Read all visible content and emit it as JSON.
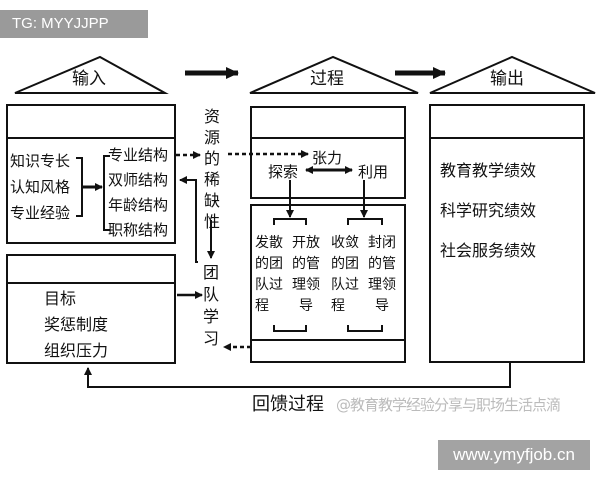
{
  "tag": "TG: MYYJJPP",
  "site": "www.ymyfjob.cn",
  "watermark": "@教育教学经验分享与职场生活点滴",
  "headers": {
    "input": "输入",
    "process": "过程",
    "output": "输出"
  },
  "input": {
    "left": [
      "知识专长",
      "认知风格",
      "专业经验"
    ],
    "right": [
      "专业结构",
      "双师结构",
      "年龄结构",
      "职称结构"
    ]
  },
  "org": [
    "目标",
    "奖惩制度",
    "组织压力"
  ],
  "scarcity": [
    "资",
    "源",
    "的",
    "稀",
    "缺",
    "性"
  ],
  "learning": [
    "团",
    "队",
    "学",
    "习"
  ],
  "process": {
    "tension": "张力",
    "explore": "探索",
    "exploit": "利用",
    "cols": [
      [
        "发散",
        "的团",
        "队过",
        "程"
      ],
      [
        "开放",
        "的管",
        "理领",
        "导"
      ],
      [
        "收敛",
        "的团",
        "队过",
        "程"
      ],
      [
        "封闭",
        "的管",
        "理领",
        "导"
      ]
    ]
  },
  "output": [
    "教育教学绩效",
    "科学研究绩效",
    "社会服务绩效"
  ],
  "feedback": "回馈过程"
}
